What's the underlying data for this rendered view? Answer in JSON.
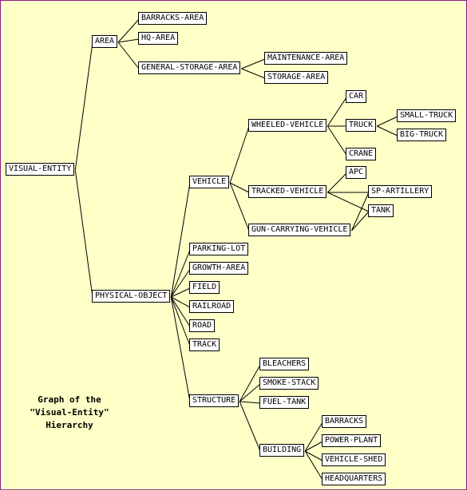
{
  "colors": {
    "background": "#ffffc8",
    "frame_border": "#8a1a8a",
    "node_fill": "#ffffff",
    "line": "#000000"
  },
  "caption": {
    "line1": "Graph of the",
    "line2": "\"Visual-Entity\"",
    "line3": "Hierarchy"
  },
  "nodes": {
    "visual_entity": "VISUAL-ENTITY",
    "area": "AREA",
    "barracks_area": "BARRACKS-AREA",
    "hq_area": "HQ-AREA",
    "general_storage_area": "GENERAL-STORAGE-AREA",
    "maintenance_area": "MAINTENANCE-AREA",
    "storage_area": "STORAGE-AREA",
    "physical_object": "PHYSICAL-OBJECT",
    "vehicle": "VEHICLE",
    "wheeled_vehicle": "WHEELED-VEHICLE",
    "car": "CAR",
    "truck": "TRUCK",
    "small_truck": "SMALL-TRUCK",
    "big_truck": "BIG-TRUCK",
    "crane": "CRANE",
    "tracked_vehicle": "TRACKED-VEHICLE",
    "apc": "APC",
    "sp_artillery": "SP-ARTILLERY",
    "tank": "TANK",
    "gun_carrying_vehicle": "GUN-CARRYING-VEHICLE",
    "parking_lot": "PARKING-LOT",
    "growth_area": "GROWTH-AREA",
    "field": "FIELD",
    "railroad": "RAILROAD",
    "road": "ROAD",
    "track": "TRACK",
    "structure": "STRUCTURE",
    "bleachers": "BLEACHERS",
    "smoke_stack": "SMOKE-STACK",
    "fuel_tank": "FUEL-TANK",
    "building": "BUILDING",
    "barracks": "BARRACKS",
    "power_plant": "POWER-PLANT",
    "vehicle_shed": "VEHICLE-SHED",
    "headquarters": "HEADQUARTERS"
  },
  "edges": [
    [
      "visual_entity",
      "area"
    ],
    [
      "visual_entity",
      "physical_object"
    ],
    [
      "area",
      "barracks_area"
    ],
    [
      "area",
      "hq_area"
    ],
    [
      "area",
      "general_storage_area"
    ],
    [
      "general_storage_area",
      "maintenance_area"
    ],
    [
      "general_storage_area",
      "storage_area"
    ],
    [
      "physical_object",
      "vehicle"
    ],
    [
      "physical_object",
      "parking_lot"
    ],
    [
      "physical_object",
      "growth_area"
    ],
    [
      "physical_object",
      "field"
    ],
    [
      "physical_object",
      "railroad"
    ],
    [
      "physical_object",
      "road"
    ],
    [
      "physical_object",
      "track"
    ],
    [
      "physical_object",
      "structure"
    ],
    [
      "vehicle",
      "wheeled_vehicle"
    ],
    [
      "vehicle",
      "tracked_vehicle"
    ],
    [
      "vehicle",
      "gun_carrying_vehicle"
    ],
    [
      "wheeled_vehicle",
      "car"
    ],
    [
      "wheeled_vehicle",
      "truck"
    ],
    [
      "wheeled_vehicle",
      "crane"
    ],
    [
      "truck",
      "small_truck"
    ],
    [
      "truck",
      "big_truck"
    ],
    [
      "tracked_vehicle",
      "apc"
    ],
    [
      "tracked_vehicle",
      "sp_artillery"
    ],
    [
      "tracked_vehicle",
      "tank"
    ],
    [
      "gun_carrying_vehicle",
      "sp_artillery"
    ],
    [
      "gun_carrying_vehicle",
      "tank"
    ],
    [
      "structure",
      "bleachers"
    ],
    [
      "structure",
      "smoke_stack"
    ],
    [
      "structure",
      "fuel_tank"
    ],
    [
      "structure",
      "building"
    ],
    [
      "building",
      "barracks"
    ],
    [
      "building",
      "power_plant"
    ],
    [
      "building",
      "vehicle_shed"
    ],
    [
      "building",
      "headquarters"
    ]
  ]
}
